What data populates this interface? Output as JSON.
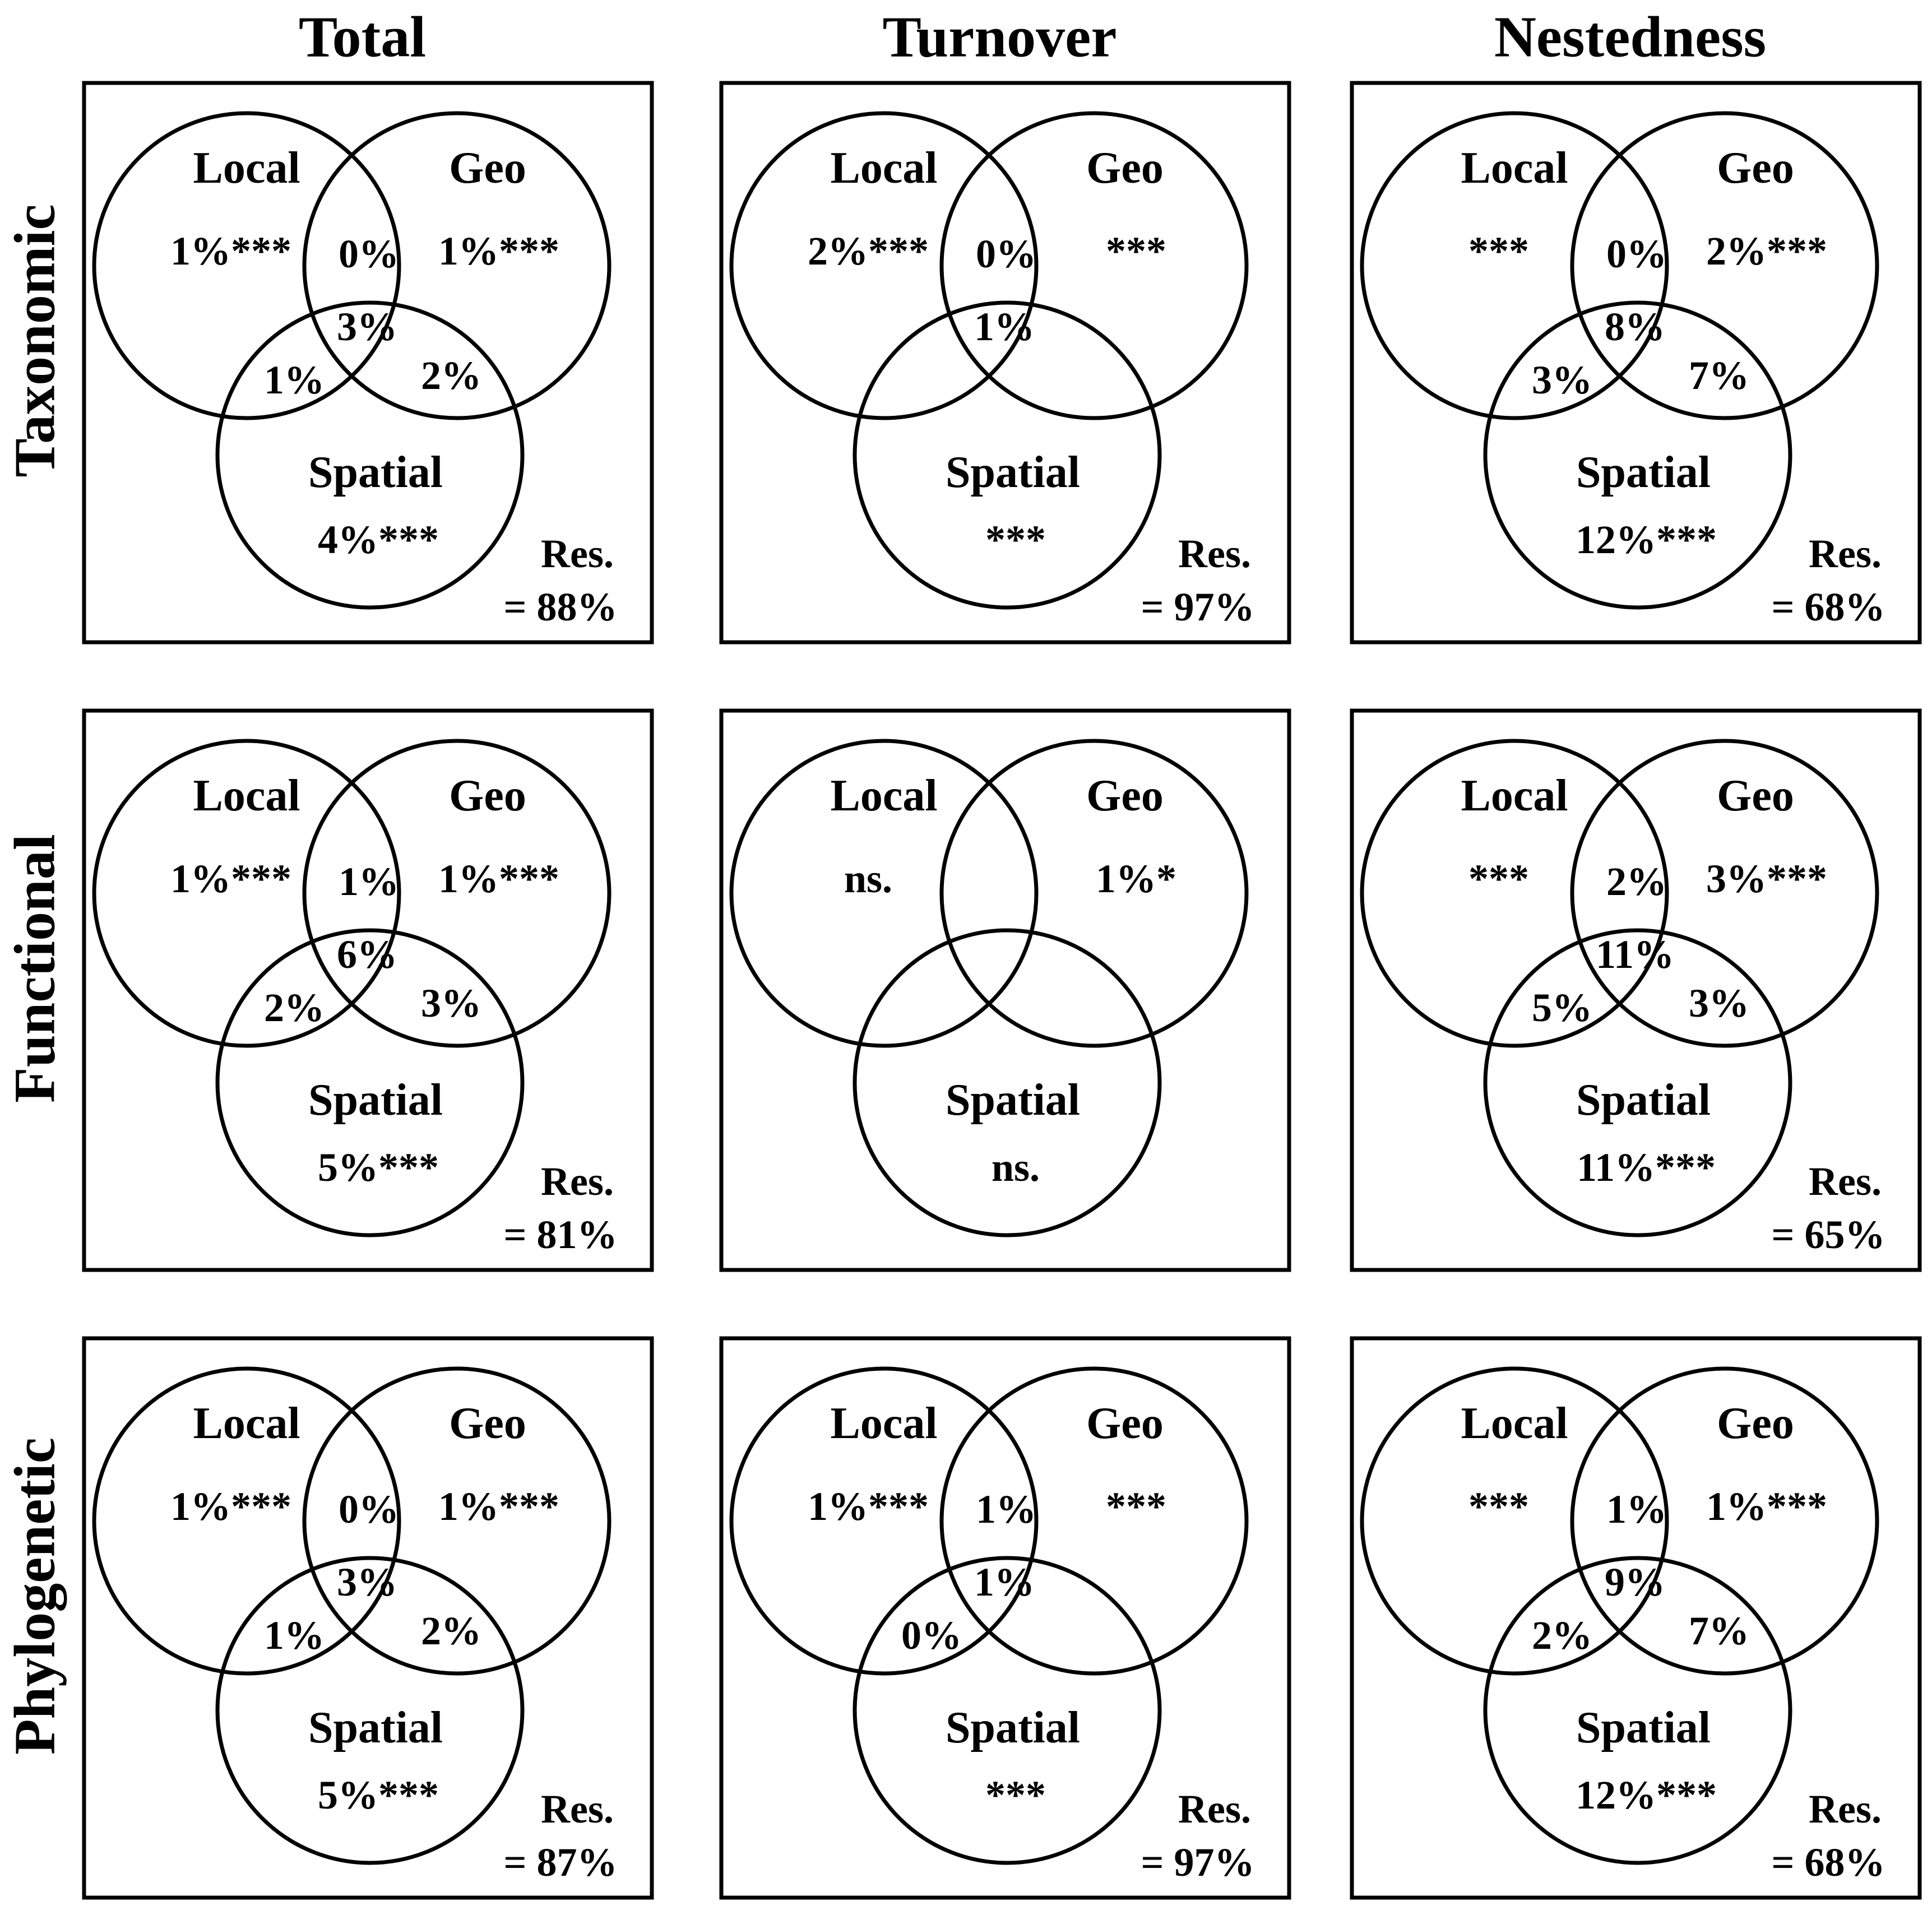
{
  "columns": [
    "Total",
    "Turnover",
    "Nestedness"
  ],
  "rows": [
    "Taxonomic",
    "Functional",
    "Phylogenetic"
  ],
  "set_labels": {
    "local": "Local",
    "geo": "Geo",
    "spatial": "Spatial"
  },
  "residual_label": "Res.",
  "panels": [
    [
      {
        "local": "1%***",
        "geo": "1%***",
        "spatial": "4%***",
        "local_geo": "0%",
        "local_spatial": "1%",
        "geo_spatial": "2%",
        "all": "3%",
        "residual": "= 88%"
      },
      {
        "local": "2%***",
        "geo": "***",
        "spatial": "***",
        "local_geo": "0%",
        "local_spatial": "",
        "geo_spatial": "",
        "all": "1%",
        "residual": "= 97%"
      },
      {
        "local": "***",
        "geo": "2%***",
        "spatial": "12%***",
        "local_geo": "0%",
        "local_spatial": "3%",
        "geo_spatial": "7%",
        "all": "8%",
        "residual": "= 68%"
      }
    ],
    [
      {
        "local": "1%***",
        "geo": "1%***",
        "spatial": "5%***",
        "local_geo": "1%",
        "local_spatial": "2%",
        "geo_spatial": "3%",
        "all": "6%",
        "residual": "= 81%"
      },
      {
        "local": "ns.",
        "geo": "1%*",
        "spatial": "ns.",
        "local_geo": "",
        "local_spatial": "",
        "geo_spatial": "",
        "all": "",
        "residual": ""
      },
      {
        "local": "***",
        "geo": "3%***",
        "spatial": "11%***",
        "local_geo": "2%",
        "local_spatial": "5%",
        "geo_spatial": "3%",
        "all": "11%",
        "residual": "= 65%"
      }
    ],
    [
      {
        "local": "1%***",
        "geo": "1%***",
        "spatial": "5%***",
        "local_geo": "0%",
        "local_spatial": "1%",
        "geo_spatial": "2%",
        "all": "3%",
        "residual": "= 87%"
      },
      {
        "local": "1%***",
        "geo": "***",
        "spatial": "***",
        "local_geo": "1%",
        "local_spatial": "0%",
        "geo_spatial": "",
        "all": "1%",
        "residual": "= 97%"
      },
      {
        "local": "***",
        "geo": "1%***",
        "spatial": "12%***",
        "local_geo": "1%",
        "local_spatial": "2%",
        "geo_spatial": "7%",
        "all": "9%",
        "residual": "= 68%"
      }
    ]
  ]
}
